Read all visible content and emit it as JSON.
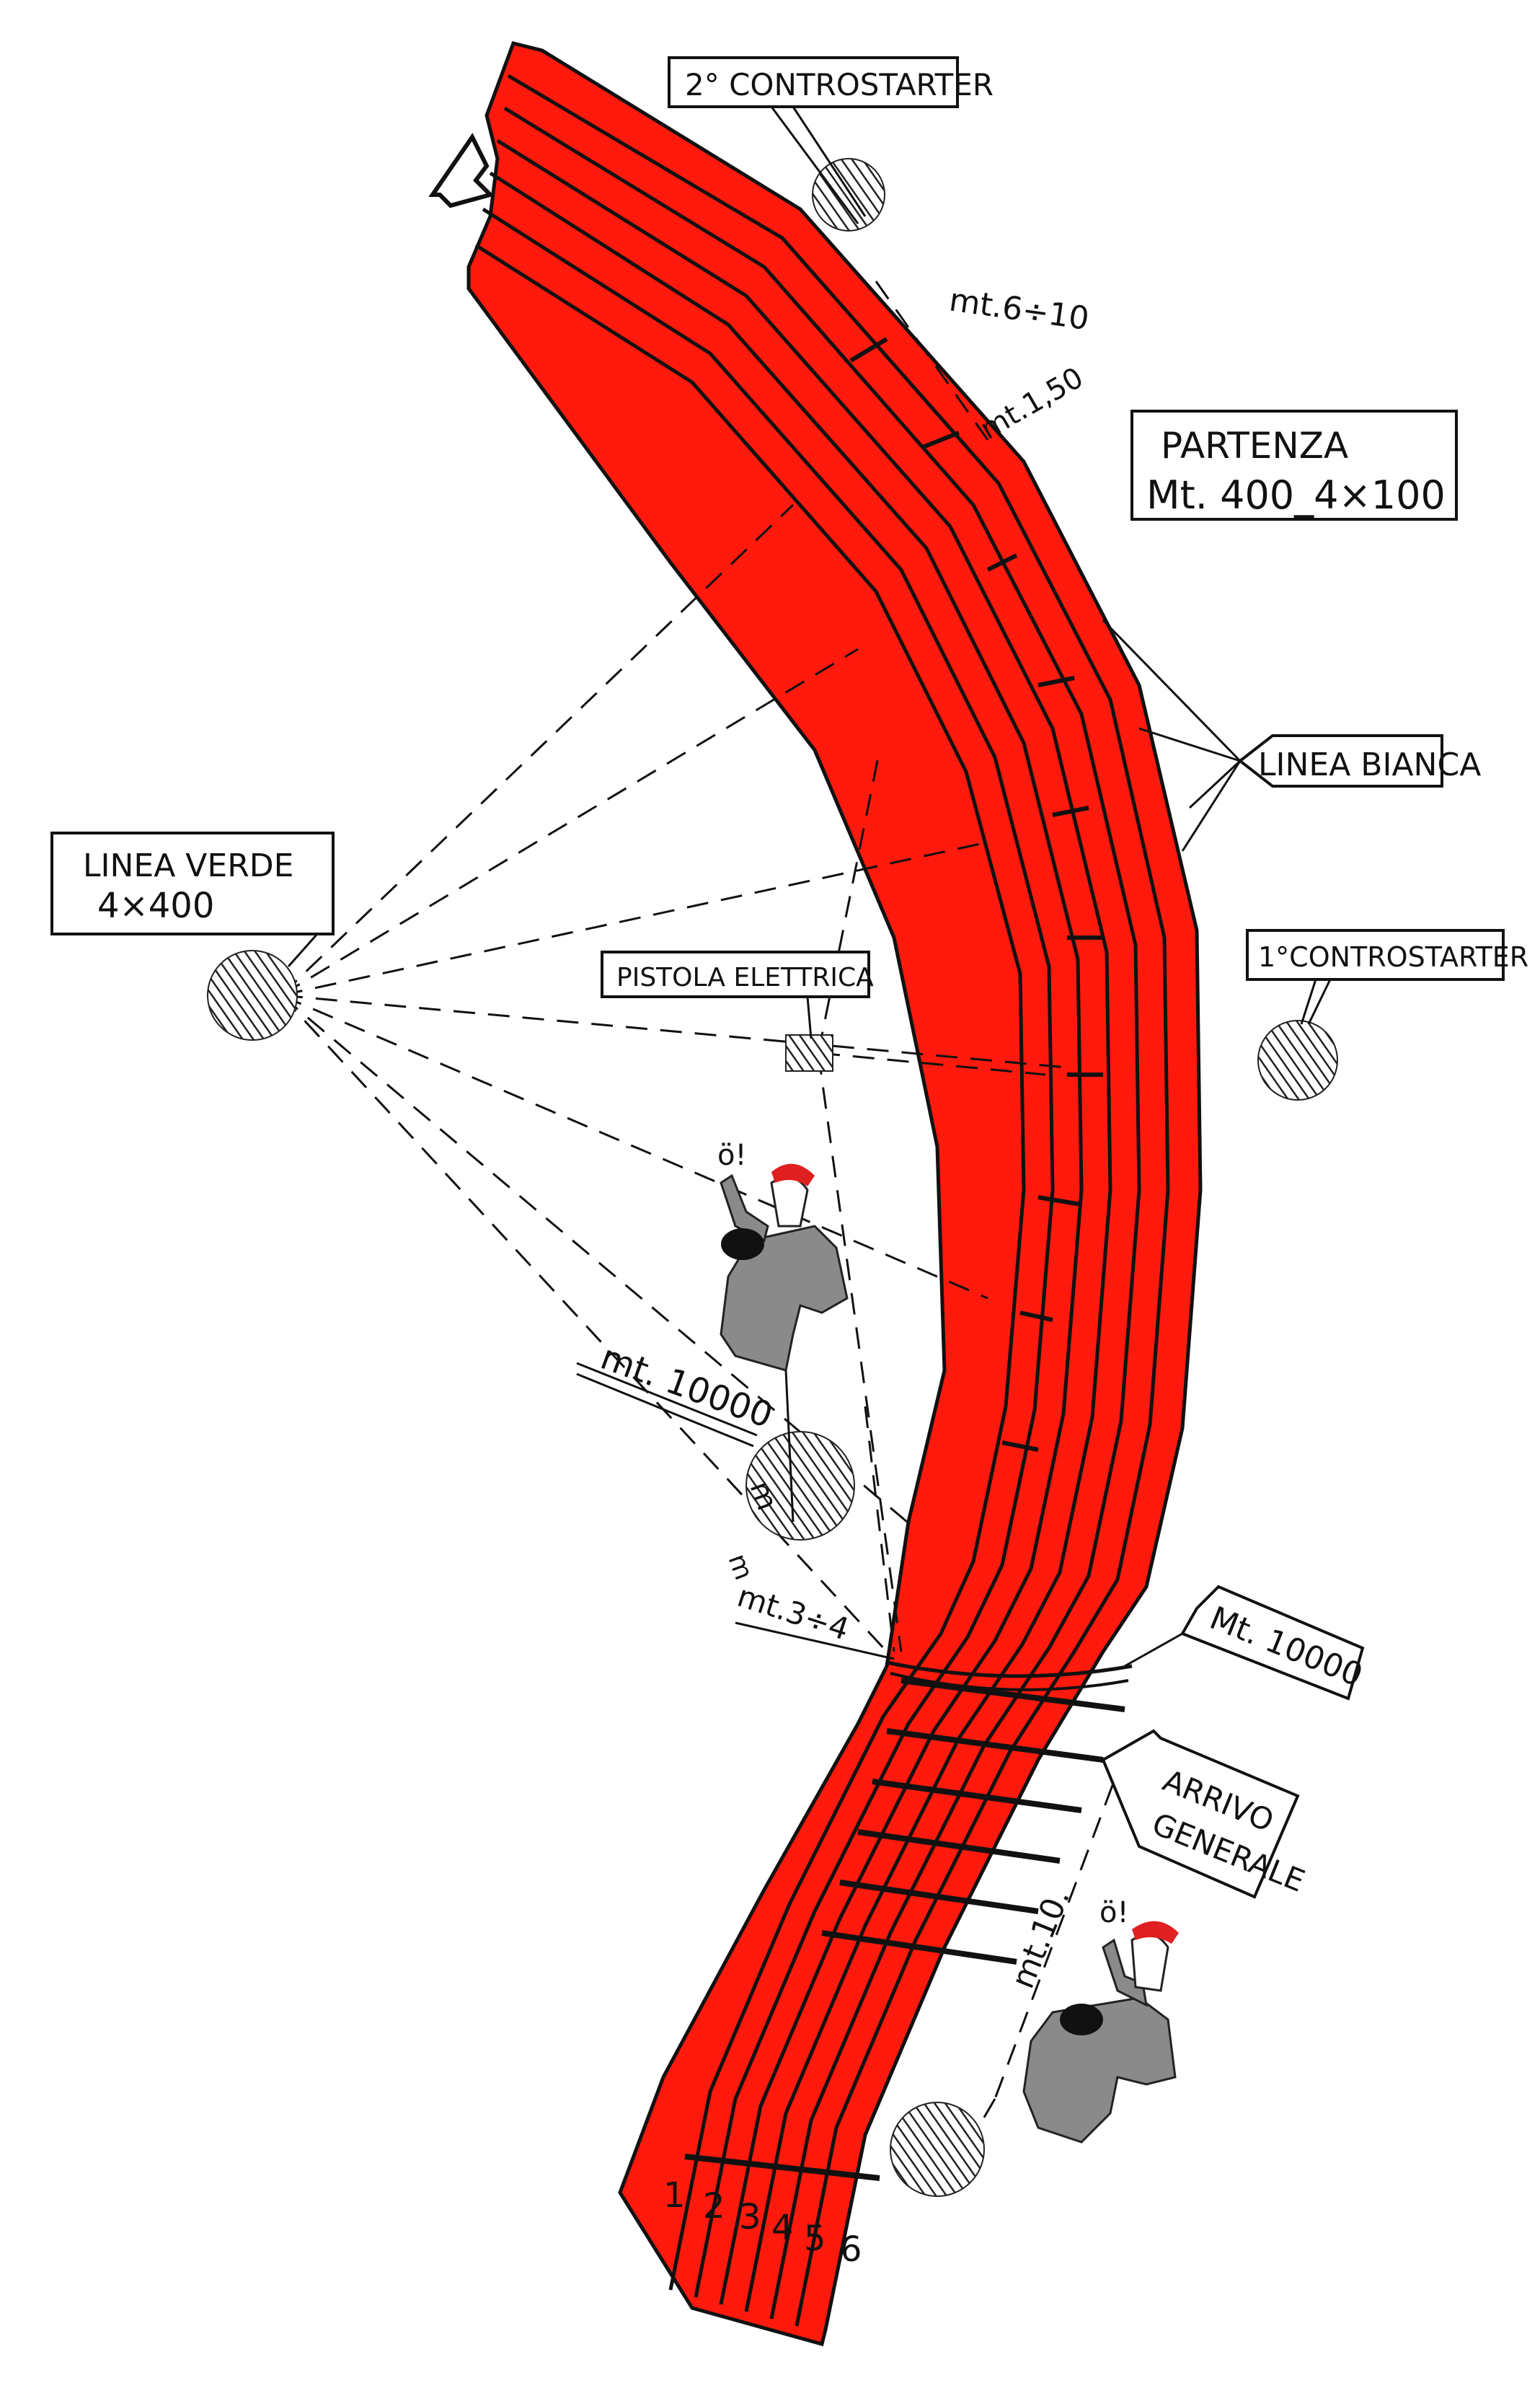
{
  "labels": {
    "controstarter2": "2° CONTROSTARTER",
    "partenza_title": "PARTENZA",
    "partenza_sub": "Mt. 400_4×100",
    "linea_bianca": "LINEA BIANCA",
    "linea_verde_1": "LINEA VERDE",
    "linea_verde_2": "4×400",
    "controstarter1": "1°CONTROSTARTER",
    "pistola": "PISTOLA ELETTRICA",
    "mt10000_a": "mt. 10000",
    "mt10000_b": "Mt. 10000",
    "arrivo_1": "ARRIVO",
    "arrivo_2": "GENERALE",
    "mt6_10": "mt.6÷10",
    "mt150": "mt.1,50",
    "mt3_4": "mt.3÷4",
    "mt10": "mt.10.",
    "m": "m",
    "shout": "ö!"
  },
  "lanes": [
    "1",
    "2",
    "3",
    "4",
    "5",
    "6"
  ],
  "colors": {
    "track": "#ff1a0d",
    "ink": "#111111",
    "figure": "#8a8a8a",
    "cap": "#e02020"
  }
}
